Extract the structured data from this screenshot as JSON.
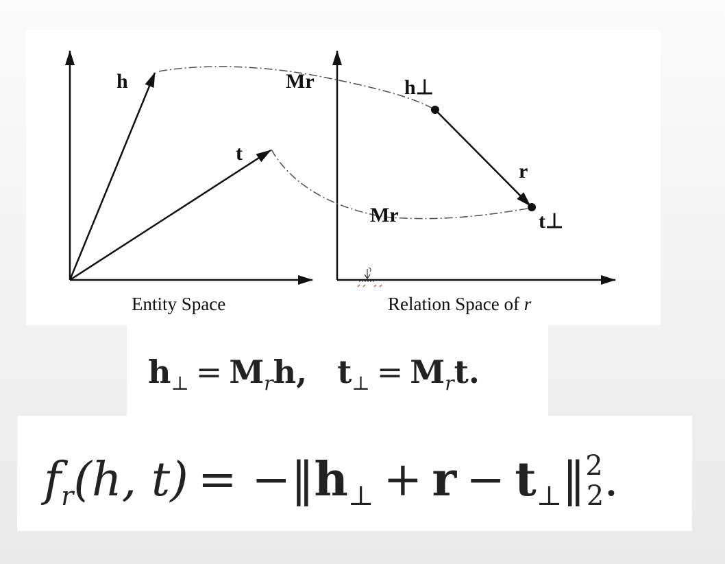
{
  "diagram": {
    "entity_space": {
      "caption": "Entity Space",
      "vector_h_label": "h",
      "vector_t_label": "t"
    },
    "relation_space": {
      "caption_prefix": "Relation Space of ",
      "caption_var": "r",
      "h_perp_label": "h⊥",
      "t_perp_label": "t⊥",
      "r_label": "r"
    },
    "projection": {
      "upper_label": "Mr",
      "lower_label": "Mr"
    }
  },
  "equations": {
    "projection": {
      "h_perp": "h",
      "perp": "⊥",
      "equals": "=",
      "M": "M",
      "sub_r": "r",
      "h": "h,",
      "t_perp": "t",
      "t": "t."
    },
    "score": {
      "f": "f",
      "sub_r": "r",
      "args": "(h, t)",
      "rhs_open": "= −‖",
      "h": "h",
      "perp": "⊥",
      "plus": "+",
      "r": "r",
      "minus": "−",
      "t": "t",
      "norm_close": "‖",
      "sup": "2",
      "sub": "2",
      "end": "."
    }
  }
}
